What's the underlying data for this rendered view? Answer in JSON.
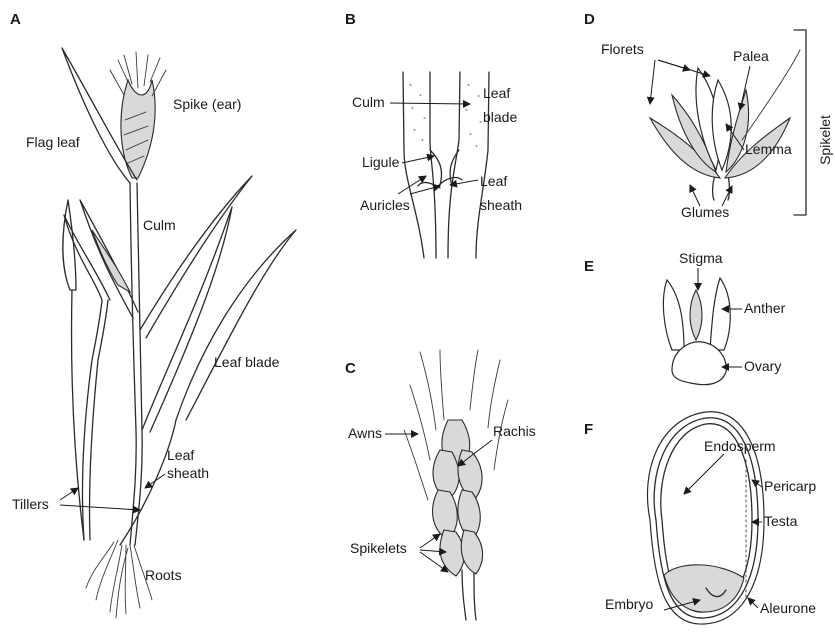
{
  "panels": {
    "a": {
      "letter": "A",
      "labels": {
        "spike": "Spike (ear)",
        "flag_leaf": "Flag leaf",
        "culm": "Culm",
        "leaf_blade": "Leaf blade",
        "leaf_sheath_1": "Leaf",
        "leaf_sheath_2": "sheath",
        "tillers": "Tillers",
        "roots": "Roots"
      }
    },
    "b": {
      "letter": "B",
      "labels": {
        "culm": "Culm",
        "leaf_blade_1": "Leaf",
        "leaf_blade_2": "blade",
        "ligule": "Ligule",
        "auricles": "Auricles",
        "leaf_sheath_1": "Leaf",
        "leaf_sheath_2": "sheath"
      }
    },
    "c": {
      "letter": "C",
      "labels": {
        "awns": "Awns",
        "rachis": "Rachis",
        "spikelets": "Spikelets"
      }
    },
    "d": {
      "letter": "D",
      "labels": {
        "florets": "Florets",
        "palea": "Palea",
        "lemma": "Lemma",
        "glumes": "Glumes",
        "spikelet": "Spikelet"
      }
    },
    "e": {
      "letter": "E",
      "labels": {
        "stigma": "Stigma",
        "anther": "Anther",
        "ovary": "Ovary"
      }
    },
    "f": {
      "letter": "F",
      "labels": {
        "endosperm": "Endosperm",
        "pericarp": "Pericarp",
        "testa": "Testa",
        "embryo": "Embryo",
        "aleurone": "Aleurone"
      }
    }
  }
}
